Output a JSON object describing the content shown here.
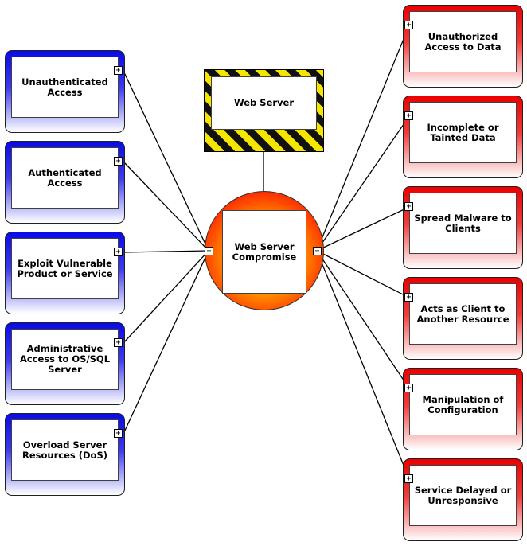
{
  "diagram": {
    "root": {
      "label": "Web Server"
    },
    "center": {
      "label": "Web Server Compromise",
      "left_toggle": "−",
      "right_toggle": "−"
    },
    "left_nodes": [
      {
        "label": "Unauthenticated Access",
        "toggle": "+"
      },
      {
        "label": "Authenticated Access",
        "toggle": "+"
      },
      {
        "label": "Exploit Vulnerable Product or Service",
        "toggle": "+"
      },
      {
        "label": "Administrative Access to OS/SQL Server",
        "toggle": "+"
      },
      {
        "label": "Overload Server Resources (DoS)",
        "toggle": "+"
      }
    ],
    "right_nodes": [
      {
        "label": "Unauthorized Access to Data",
        "toggle": "+"
      },
      {
        "label": "Incomplete or Tainted Data",
        "toggle": "+"
      },
      {
        "label": "Spread Malware to Clients",
        "toggle": "+"
      },
      {
        "label": "Acts as Client to Another Resource",
        "toggle": "+"
      },
      {
        "label": "Manipulation of Configuration",
        "toggle": "+"
      },
      {
        "label": "Service Delayed or Unresponsive",
        "toggle": "+"
      }
    ],
    "colors": {
      "left_node": "#0a0ae6",
      "right_node": "#ec0000",
      "center_outer": "#ee0000",
      "center_inner": "#ffd000",
      "hazard_dark": "#111111",
      "hazard_light": "#f5e600"
    }
  }
}
